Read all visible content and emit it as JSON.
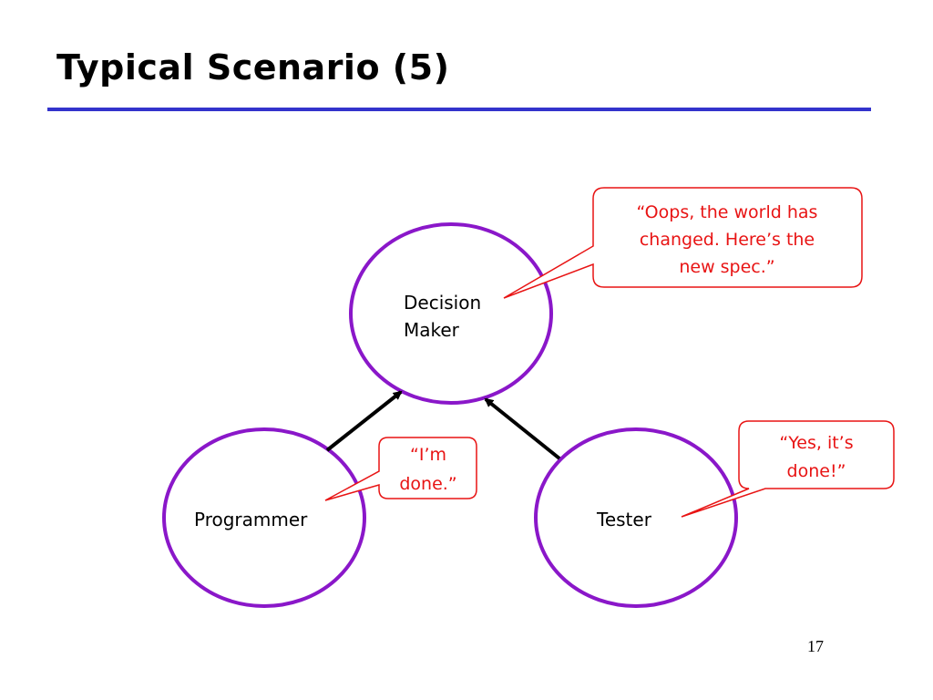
{
  "slide": {
    "title": "Typical Scenario (5)",
    "page_number": "17"
  },
  "colors": {
    "title_rule": "#3333cc",
    "node_outline": "#8a17c9",
    "callout": "#e81414",
    "arrow": "#000000",
    "text": "#000000"
  },
  "nodes": {
    "decision_maker": {
      "line1": "Decision",
      "line2": "Maker"
    },
    "programmer": {
      "label": "Programmer"
    },
    "tester": {
      "label": "Tester"
    }
  },
  "callouts": {
    "decision_maker": {
      "line1": "“Oops, the world has",
      "line2": "changed.  Here’s the",
      "line3": "new spec.”"
    },
    "programmer": {
      "line1": "“I’m",
      "line2": "done.”"
    },
    "tester": {
      "line1": "“Yes, it’s",
      "line2": "done!”"
    }
  }
}
